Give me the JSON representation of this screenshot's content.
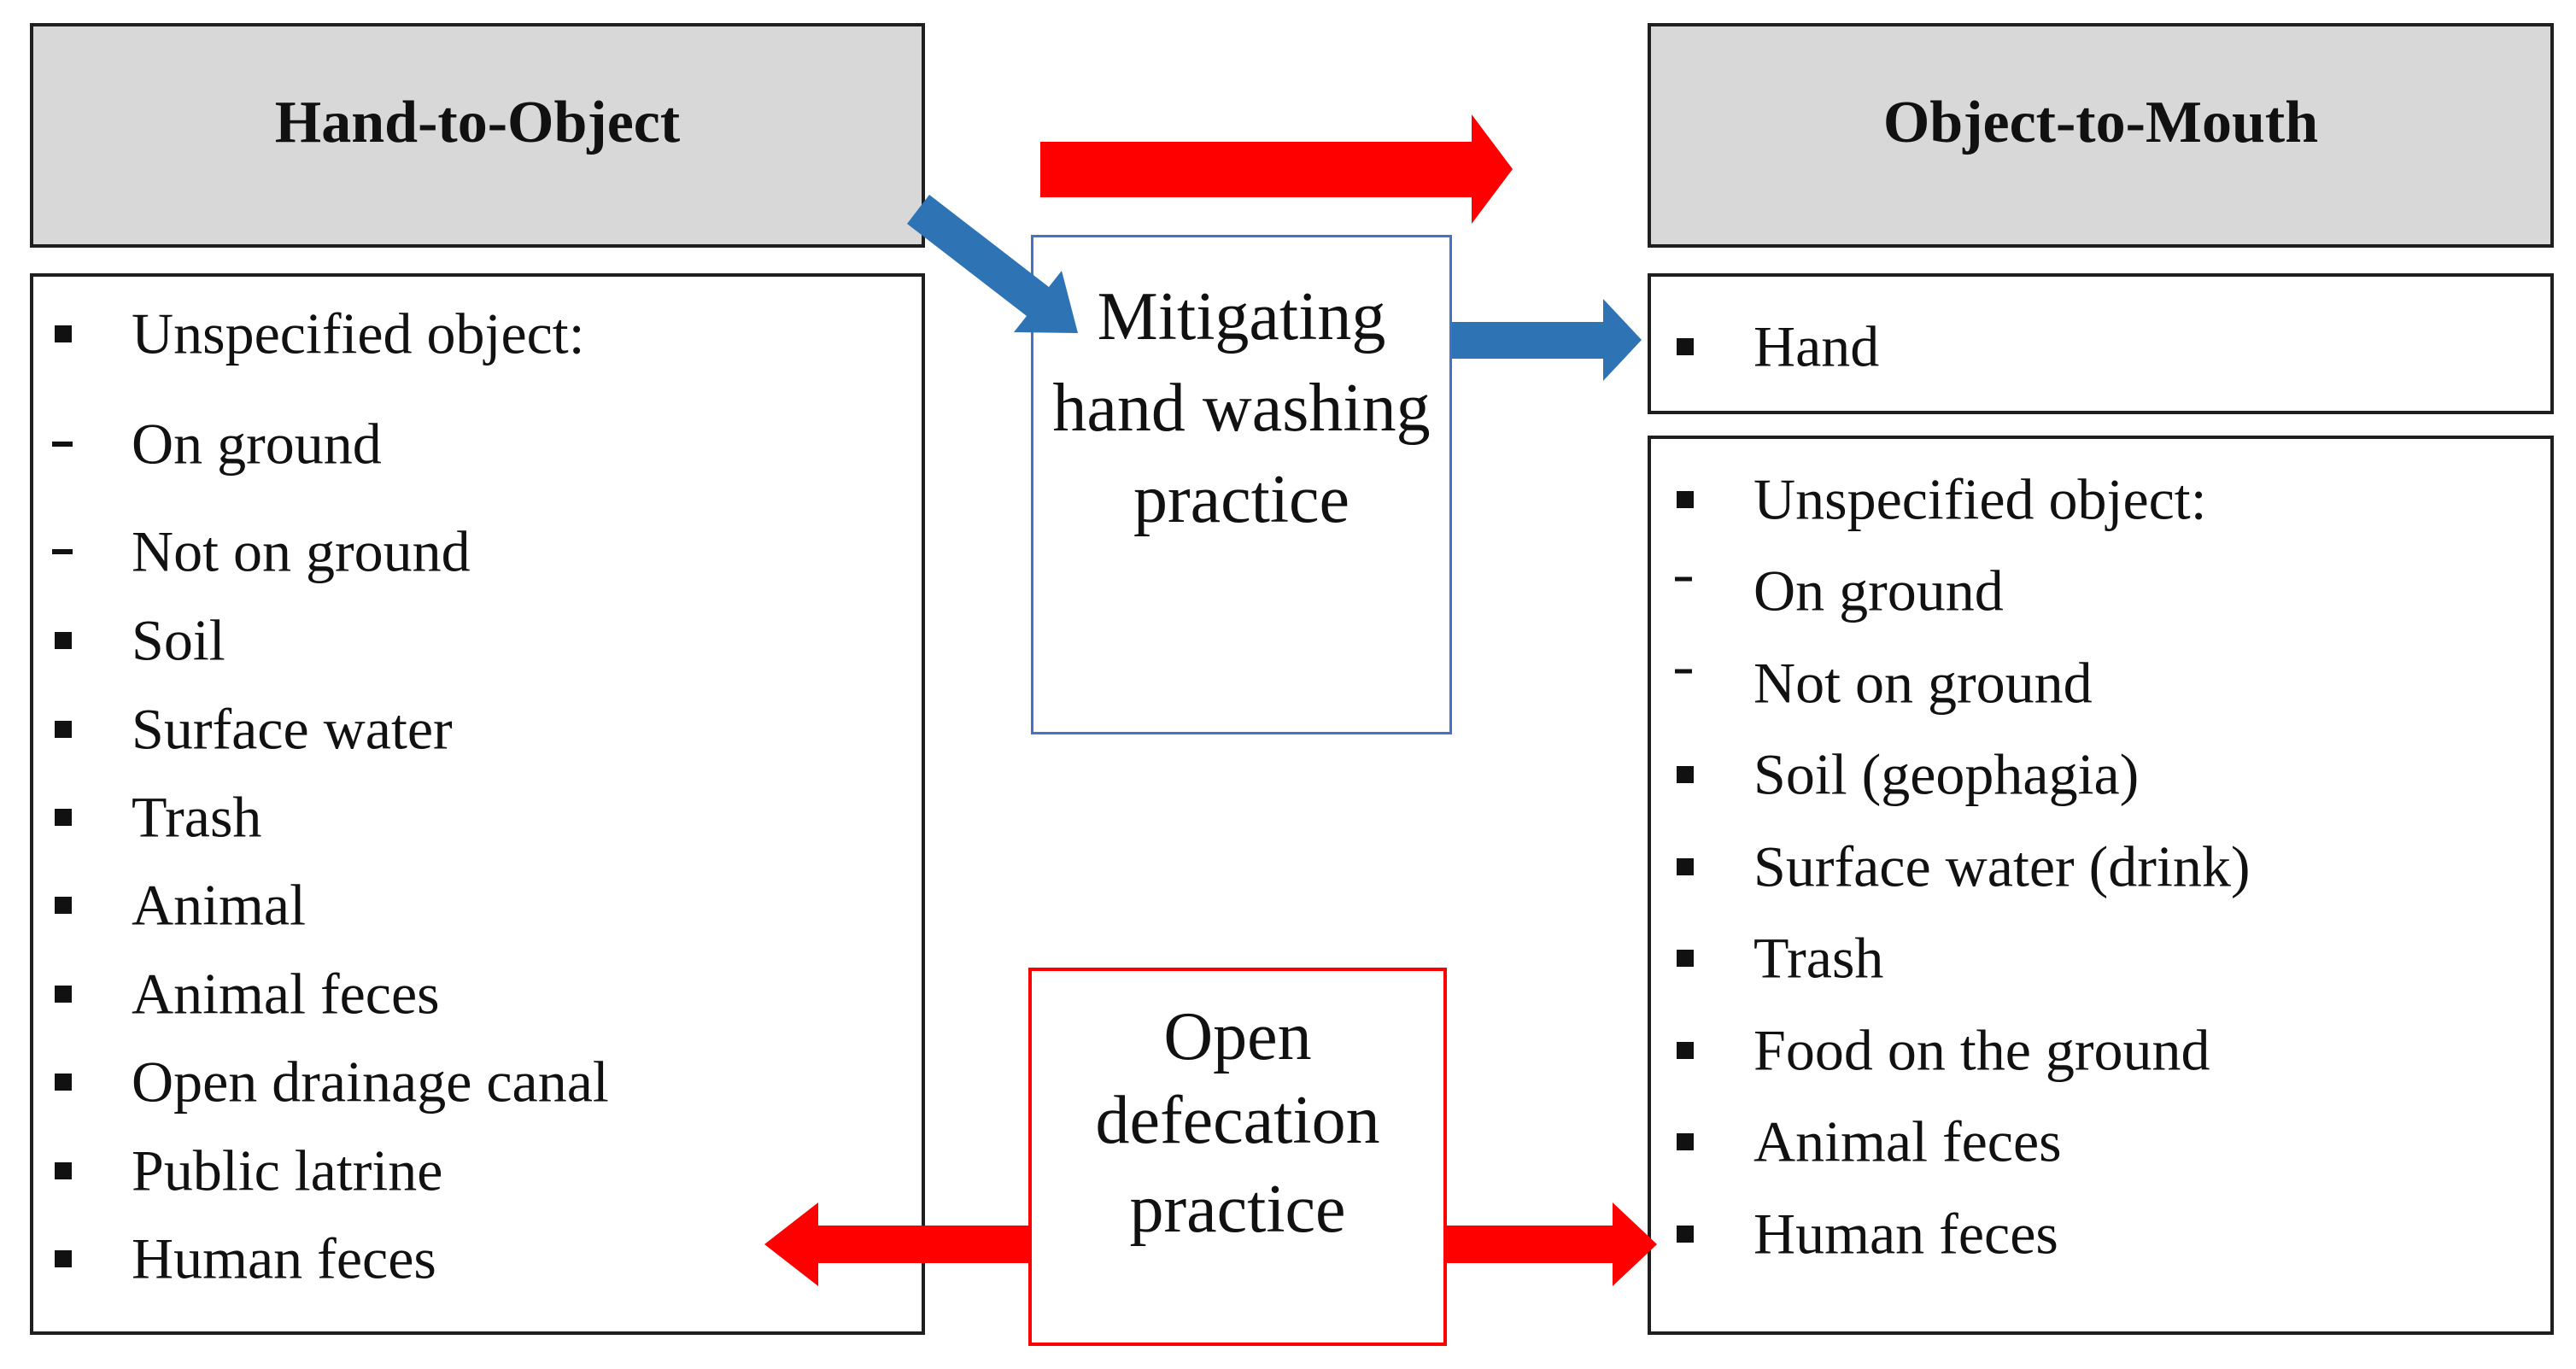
{
  "left_panel": {
    "title": "Hand-to-Object",
    "items": [
      {
        "marker": "bullet",
        "text": "Unspecified object:"
      },
      {
        "marker": "dash",
        "text": "On ground"
      },
      {
        "marker": "dash",
        "text": "Not on ground"
      },
      {
        "marker": "bullet",
        "text": "Soil"
      },
      {
        "marker": "bullet",
        "text": "Surface water"
      },
      {
        "marker": "bullet",
        "text": "Trash"
      },
      {
        "marker": "bullet",
        "text": "Animal"
      },
      {
        "marker": "bullet",
        "text": "Animal feces"
      },
      {
        "marker": "bullet",
        "text": "Open drainage canal"
      },
      {
        "marker": "bullet",
        "text": "Public latrine"
      },
      {
        "marker": "bullet",
        "text": "Human feces"
      }
    ]
  },
  "right_panel": {
    "title": "Object-to-Mouth",
    "hand_item": {
      "marker": "bullet",
      "text": "Hand"
    },
    "items": [
      {
        "marker": "bullet",
        "text": "Unspecified object:"
      },
      {
        "marker": "dash",
        "text": "On ground"
      },
      {
        "marker": "dash",
        "text": "Not on ground"
      },
      {
        "marker": "bullet",
        "text": "Soil (geophagia)"
      },
      {
        "marker": "bullet",
        "text": "Surface water (drink)"
      },
      {
        "marker": "bullet",
        "text": "Trash"
      },
      {
        "marker": "bullet",
        "text": "Food on the ground"
      },
      {
        "marker": "bullet",
        "text": "Animal feces"
      },
      {
        "marker": "bullet",
        "text": "Human feces"
      }
    ]
  },
  "middle": {
    "mitigating_box": {
      "lines": [
        "Mitigating",
        "hand washing",
        "practice"
      ]
    },
    "open_defecation_box": {
      "lines": [
        "Open",
        "defecation",
        "practice"
      ]
    }
  },
  "arrows": [
    {
      "name": "hand-to-object-to-mouth-arrow",
      "color": "#FF0000",
      "direction": "right"
    },
    {
      "name": "hand-to-mitigation-arrow",
      "color": "#2E74B5",
      "direction": "down-right"
    },
    {
      "name": "mitigation-to-hand-arrow",
      "color": "#2E74B5",
      "direction": "right"
    },
    {
      "name": "open-defecation-to-hand-objects-arrow",
      "color": "#FF0000",
      "direction": "left"
    },
    {
      "name": "open-defecation-to-mouth-objects-arrow",
      "color": "#FF0000",
      "direction": "right"
    }
  ],
  "colors": {
    "arrow-red": "#FF0000",
    "arrow-blue": "#2E74B5",
    "header-fill": "#D8D8D8",
    "box-border": "#1F1F1F",
    "blue-box-border": "#4472C4",
    "red-box-border": "#FF0000"
  }
}
